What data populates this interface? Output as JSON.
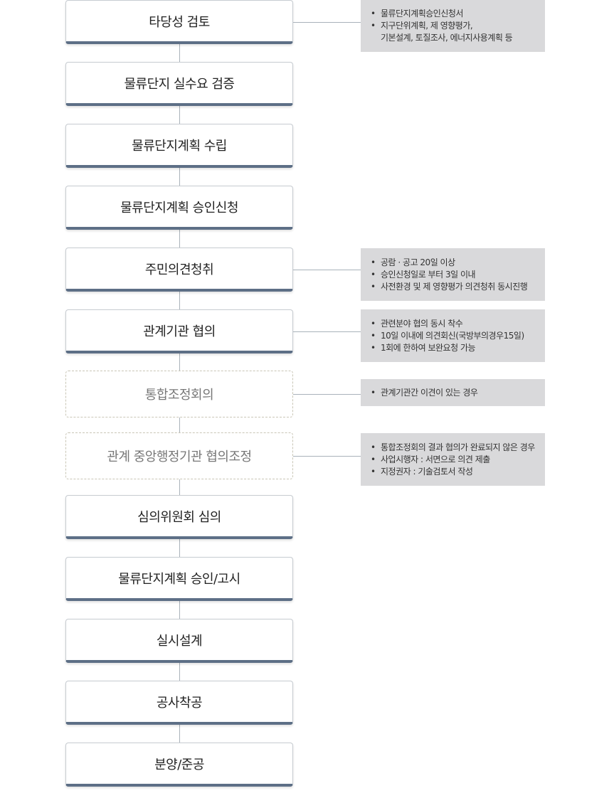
{
  "steps": [
    {
      "label": "타당성 검토",
      "optional": false
    },
    {
      "label": "물류단지 실수요 검증",
      "optional": false
    },
    {
      "label": "물류단지계획 수립",
      "optional": false
    },
    {
      "label": "물류단지계획 승인신청",
      "optional": false
    },
    {
      "label": "주민의견청취",
      "optional": false
    },
    {
      "label": "관계기관 협의",
      "optional": false
    },
    {
      "label": "통합조정회의",
      "optional": true
    },
    {
      "label": "관계 중앙행정기관 협의조정",
      "optional": true
    },
    {
      "label": "심의위원회 심의",
      "optional": false
    },
    {
      "label": "물류단지계획 승인/고시",
      "optional": false
    },
    {
      "label": "실시설계",
      "optional": false
    },
    {
      "label": "공사착공",
      "optional": false
    },
    {
      "label": "분양/준공",
      "optional": false
    }
  ],
  "notes": [
    {
      "step": 0,
      "items": [
        "물류단지계획승인신청서",
        "지구단위계획, 제 영향평가,\n기본설계, 토질조사, 에너지사용계획 등"
      ]
    },
    {
      "step": 4,
      "items": [
        "공람 · 공고 20일 이상",
        "승인신청일로 부터 3일 이내",
        "사전환경 및 제 영향평가 의견청취 동시진행"
      ]
    },
    {
      "step": 5,
      "items": [
        "관련분야 협의 동시 착수",
        "10일 이내에 의견회신(국방부의경우15일)",
        "1회에 한하여 보완요청 가능"
      ]
    },
    {
      "step": 6,
      "items": [
        "관계기관간 이견이 있는 경우"
      ]
    },
    {
      "step": 7,
      "items": [
        "통합조정회의 결과 협의가 완료되지 않은 경우",
        "사업시행자 : 서면으로 의견 제출",
        "지정권자 : 기술검토서 작성"
      ]
    }
  ]
}
